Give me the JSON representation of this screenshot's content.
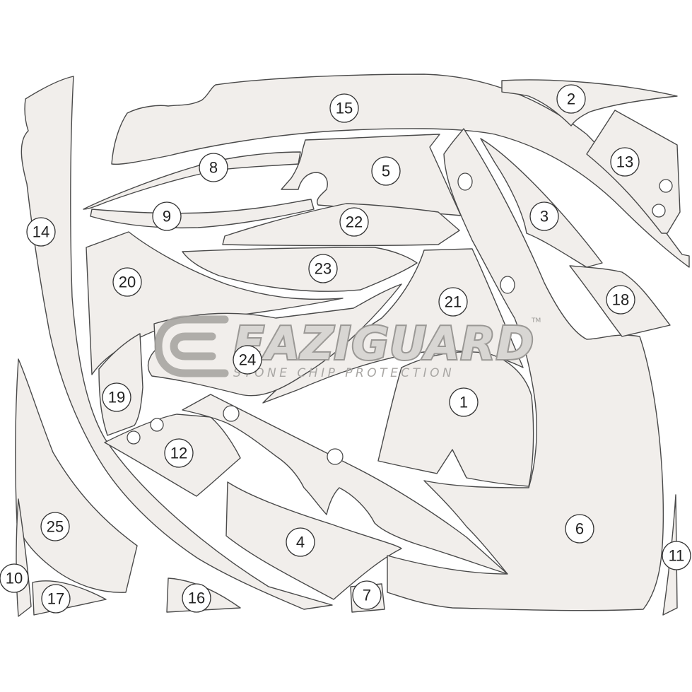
{
  "brand": {
    "name": "EAZIGUARD",
    "tagline": "STONE CHIP PROTECTION",
    "trademark": "TM"
  },
  "pieces": [
    {
      "id": "1"
    },
    {
      "id": "2"
    },
    {
      "id": "3"
    },
    {
      "id": "4"
    },
    {
      "id": "5"
    },
    {
      "id": "6"
    },
    {
      "id": "7"
    },
    {
      "id": "8"
    },
    {
      "id": "9"
    },
    {
      "id": "10"
    },
    {
      "id": "11"
    },
    {
      "id": "12"
    },
    {
      "id": "13"
    },
    {
      "id": "14"
    },
    {
      "id": "15"
    },
    {
      "id": "16"
    },
    {
      "id": "17"
    },
    {
      "id": "18"
    },
    {
      "id": "19"
    },
    {
      "id": "20"
    },
    {
      "id": "21"
    },
    {
      "id": "22"
    },
    {
      "id": "23"
    },
    {
      "id": "24"
    },
    {
      "id": "25"
    }
  ],
  "colors": {
    "piece_fill": "#f1eeeb",
    "outline": "#4a4a4a",
    "logo_gray": "#9a9895"
  }
}
